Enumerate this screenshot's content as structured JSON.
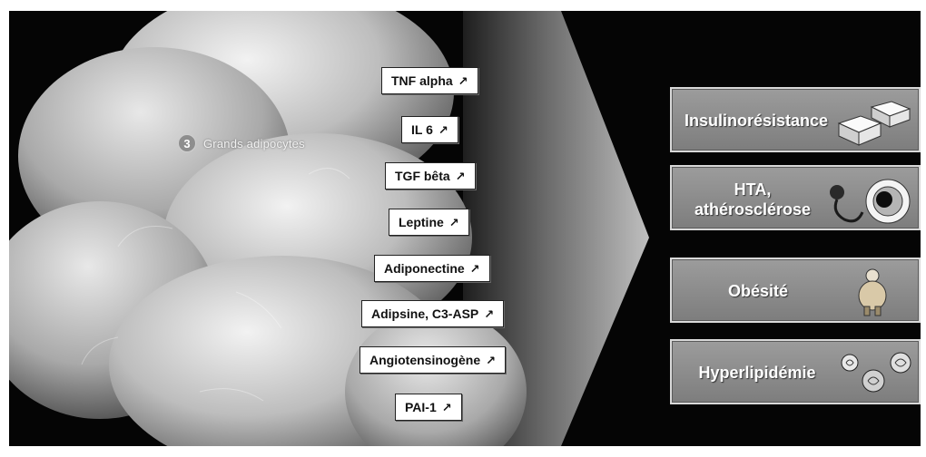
{
  "image_alt": "Photo-based diagram of large fat cells releasing several adipokines, leading to metabolic disorders",
  "callout": {
    "number": "3",
    "text": "Grands adipocytes"
  },
  "secretions": [
    {
      "label": "TNF alpha",
      "arrow": "↗"
    },
    {
      "label": "IL 6",
      "arrow": "↗"
    },
    {
      "label": "TGF bêta",
      "arrow": "↗"
    },
    {
      "label": "Leptine",
      "arrow": "↗"
    },
    {
      "label": "Adiponectine",
      "arrow": "↗"
    },
    {
      "label": "Adipsine, C3-ASP",
      "arrow": "↗"
    },
    {
      "label": "Angiotensinogène",
      "arrow": "↗"
    },
    {
      "label": "PAI-1",
      "arrow": "↗"
    }
  ],
  "outcomes": [
    {
      "lines": [
        "Insulinorésistance"
      ],
      "icon": "sugar-cubes-icon"
    },
    {
      "lines": [
        "HTA,",
        "athérosclérose"
      ],
      "icon": "blood-pressure-artery-icon"
    },
    {
      "lines": [
        "Obésité"
      ],
      "icon": "obese-person-icon"
    },
    {
      "lines": [
        "Hyperlipidémie"
      ],
      "icon": "lipid-molecules-icon"
    }
  ]
}
